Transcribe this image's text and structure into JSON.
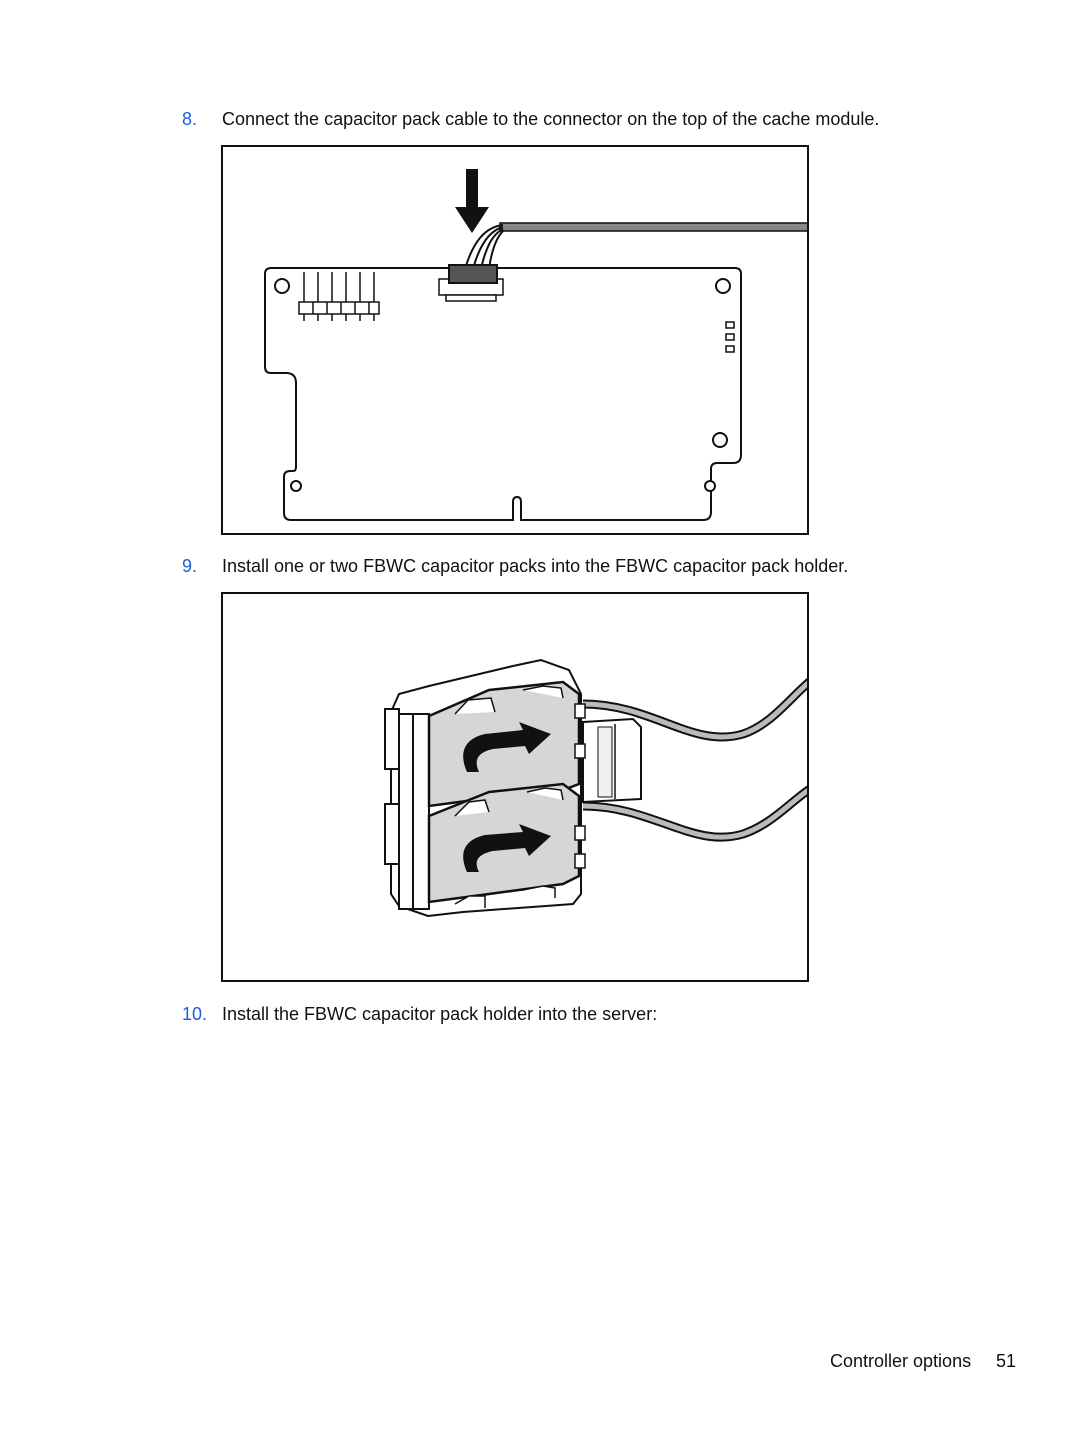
{
  "steps": [
    {
      "number": "8.",
      "text": "Connect the capacitor pack cable to the connector on the top of the cache module."
    },
    {
      "number": "9.",
      "text": "Install one or two FBWC capacitor packs into the FBWC capacitor pack holder."
    },
    {
      "number": "10.",
      "text": "Install the FBWC capacitor pack holder into the server:"
    }
  ],
  "footer": {
    "section": "Controller options",
    "page": "51"
  },
  "colors": {
    "step_number": "#1a5fd6",
    "text": "#111111",
    "pack_fill": "#d6d6d6"
  }
}
